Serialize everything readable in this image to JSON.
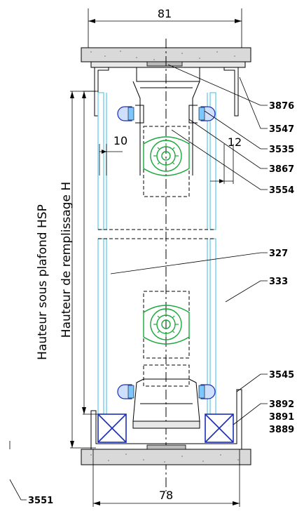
{
  "dimensions": {
    "top_width": "81",
    "bottom_width": "78",
    "left_gap": "10",
    "right_gap": "12"
  },
  "vertical_labels": {
    "ceiling_height": "Hauteur sous plafond HSP",
    "fill_height": "Hauteur de remplissage H"
  },
  "callouts": {
    "c3876": "3876",
    "c3547": "3547",
    "c3535": "3535",
    "c3867": "3867",
    "c3554": "3554",
    "c327": "327",
    "c333": "333",
    "c3545": "3545",
    "c3892": "3892",
    "c3891": "3891",
    "c3889": "3889",
    "c3551": "3551"
  },
  "colors": {
    "glass": "#5ec8e8",
    "hinge": "#19a83a",
    "spacer": "#1a2fb8",
    "concrete": "#d9d9d9"
  }
}
